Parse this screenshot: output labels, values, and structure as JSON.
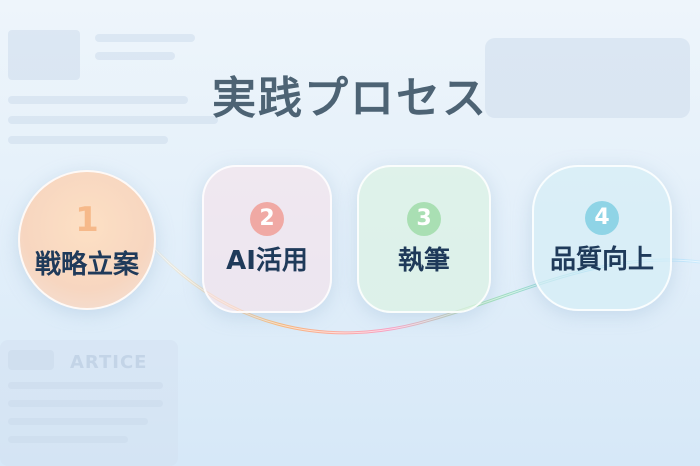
{
  "title": "実践プロセス",
  "background_label": "ARTICE",
  "steps": [
    {
      "number": "1",
      "label": "戦略立案",
      "accent": "#f6b98a"
    },
    {
      "number": "2",
      "label": "AI活用",
      "accent": "#f0a9a4"
    },
    {
      "number": "3",
      "label": "執筆",
      "accent": "#a9dfb3"
    },
    {
      "number": "4",
      "label": "品質向上",
      "accent": "#8fd4e6"
    }
  ]
}
